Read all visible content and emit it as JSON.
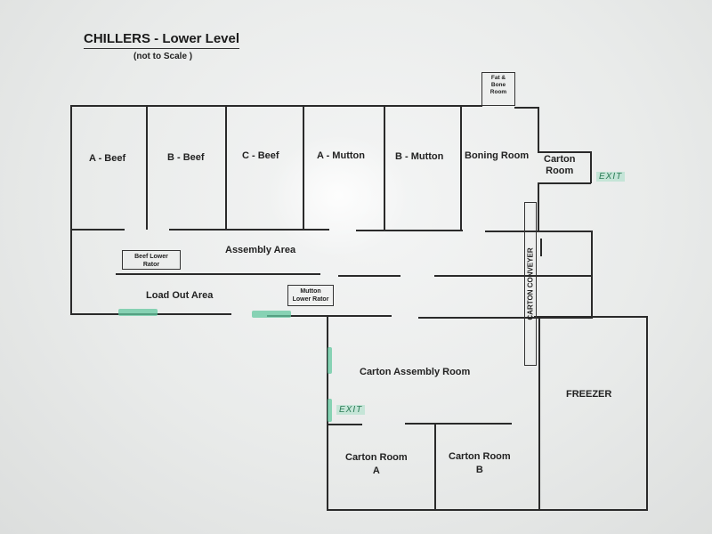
{
  "title": "CHILLERS - Lower Level",
  "subtitle": "(not to Scale )",
  "rooms": {
    "a_beef": "A -  Beef",
    "b_beef": "B - Beef",
    "c_beef": "C - Beef",
    "a_mutton": "A - Mutton",
    "b_mutton": "B - Mutton",
    "boning_room": "Boning Room",
    "carton_room_top_line1": "Carton",
    "carton_room_top_line2": "Room",
    "fat_bone_room_line1": "Fat &",
    "fat_bone_room_line2": "Bone",
    "fat_bone_room_line3": "Room",
    "assembly_area": "Assembly Area",
    "load_out_area": "Load Out Area",
    "beef_lower_rator_line1": "Beef Lower",
    "beef_lower_rator_line2": "Rator",
    "mutton_lower_rator_line1": "Mutton",
    "mutton_lower_rator_line2": "Lower Rator",
    "carton_conveyer": "CARTON CONVEYER",
    "carton_assembly_room": "Carton Assembly Room",
    "freezer": "FREEZER",
    "carton_room_a_line1": "Carton Room",
    "carton_room_a_line2": "A",
    "carton_room_b_line1": "Carton Room",
    "carton_room_b_line2": "B"
  },
  "exits": {
    "right_exit": "EXIT",
    "left_exit": "EXIT"
  },
  "colors": {
    "wall": "#2a2a2a",
    "exit_marker": "#64c8a0"
  }
}
